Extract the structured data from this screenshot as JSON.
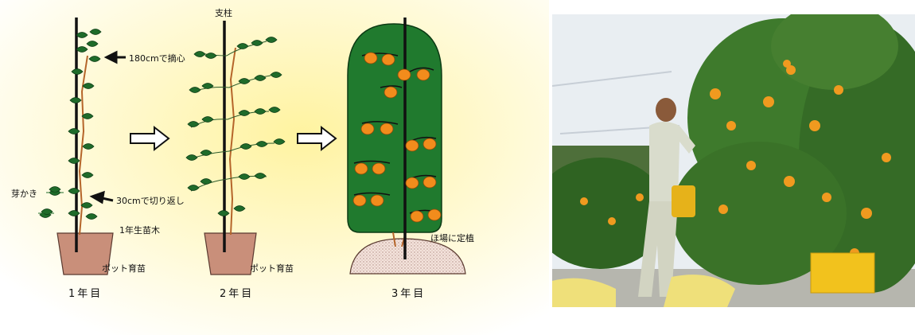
{
  "diagram": {
    "year_labels": [
      "1年目",
      "2年目",
      "3年目"
    ],
    "annotations": {
      "pinch_180": "180cmで摘心",
      "cut_back_30": "30cmで切り返し",
      "bud_removal": "芽かき",
      "one_year_seedling": "1年生苗木",
      "pot_nursery_1": "ポット育苗",
      "pot_nursery_2": "ポット育苗",
      "support_post": "支柱",
      "field_planting": "ほ場に定植"
    },
    "colors": {
      "background_glow": "#fff3a0",
      "stake": "#111111",
      "leaf": "#1f6b2a",
      "canopy": "#207a2e",
      "fruit": "#f28c1c",
      "pot": "#c98f7a",
      "trunk": "#b5652a"
    }
  },
  "photo": {
    "subject": "orchard-harvest-photo",
    "colors": {
      "sky": "#e9eef2",
      "foliage": "#3e7a2c",
      "fruit": "#f09a1f",
      "clothing": "#d9dccc",
      "crate": "#f2c21d"
    }
  }
}
